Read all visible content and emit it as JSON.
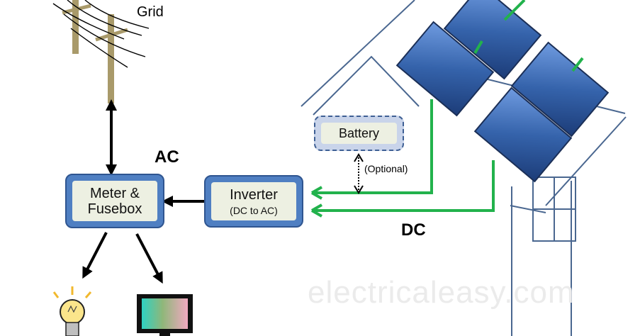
{
  "labels": {
    "grid": "Grid",
    "ac": "AC",
    "dc": "DC",
    "optional": "(Optional)"
  },
  "boxes": {
    "meter": {
      "line1": "Meter &",
      "line2": "Fusebox"
    },
    "inverter": {
      "line1": "Inverter",
      "line2": "(DC to AC)"
    },
    "battery": {
      "label": "Battery"
    }
  },
  "watermark": "electricaleasy.com",
  "colors": {
    "box_fill": "#4f7fc2",
    "box_inner": "#edf0e2",
    "dc_wire": "#22b24c",
    "house_outline": "#4a6790",
    "panel": "#2f5ea3",
    "pole": "#a99a6a"
  }
}
